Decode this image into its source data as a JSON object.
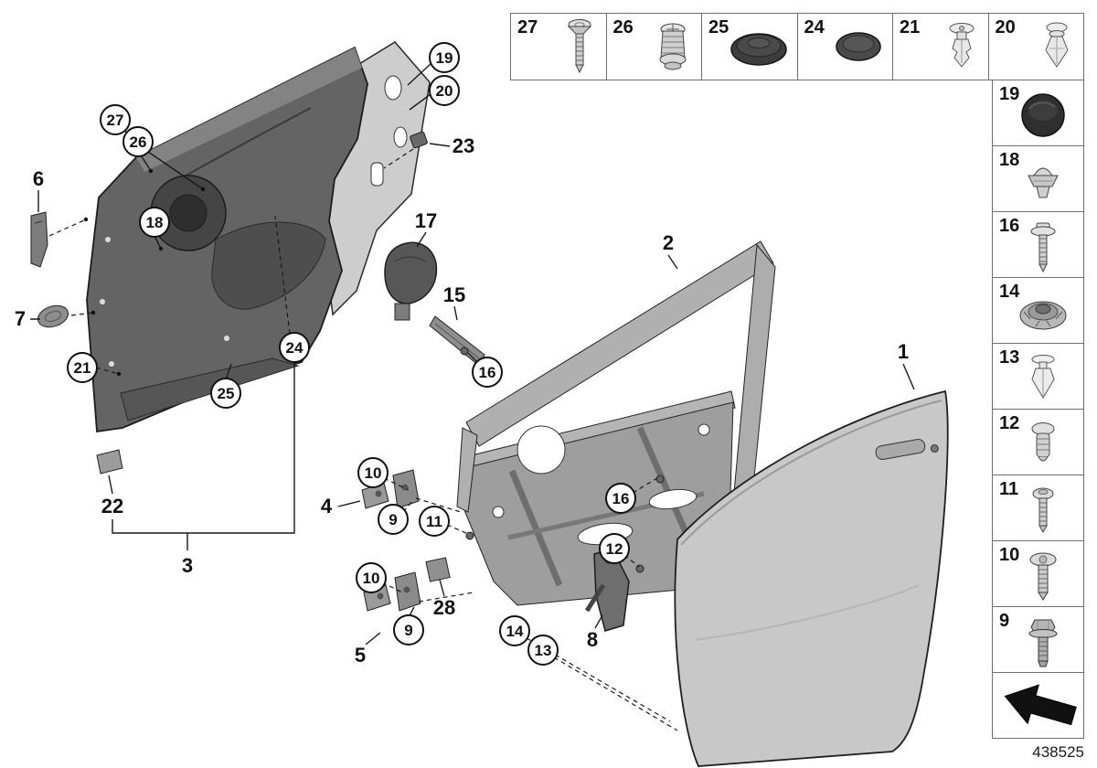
{
  "footer": {
    "part_number": "438525"
  },
  "colors": {
    "line": "#1a1a1a",
    "panel_dark": "#646464",
    "panel_mid": "#a8a8a8",
    "panel_light": "#c8c8c8"
  },
  "top_strip": [
    {
      "label": "27",
      "icon": "countersunk-screw-icon"
    },
    {
      "label": "26",
      "icon": "plastic-nut-icon"
    },
    {
      "label": "25",
      "icon": "cover-cap-icon"
    },
    {
      "label": "24",
      "icon": "blanking-plug-icon"
    },
    {
      "label": "21",
      "icon": "expanding-rivet-icon"
    },
    {
      "label": "20",
      "icon": "expanding-clip-icon"
    }
  ],
  "right_column": [
    {
      "label": "19",
      "icon": "blind-plug-icon"
    },
    {
      "label": "18",
      "icon": "retaining-clip-icon"
    },
    {
      "label": "16",
      "icon": "torx-screw-icon"
    },
    {
      "label": "14",
      "icon": "flange-nut-icon"
    },
    {
      "label": "13",
      "icon": "expanding-clip-small-icon"
    },
    {
      "label": "12",
      "icon": "body-rivet-icon"
    },
    {
      "label": "11",
      "icon": "pan-screw-icon"
    },
    {
      "label": "10",
      "icon": "torx-screw-large-icon"
    },
    {
      "label": "9",
      "icon": "flange-bolt-icon"
    }
  ],
  "callouts": [
    {
      "label": "19"
    },
    {
      "label": "20"
    },
    {
      "label": "23"
    },
    {
      "label": "27"
    },
    {
      "label": "26"
    },
    {
      "label": "18"
    },
    {
      "label": "6"
    },
    {
      "label": "7"
    },
    {
      "label": "17"
    },
    {
      "label": "15"
    },
    {
      "label": "2"
    },
    {
      "label": "21"
    },
    {
      "label": "24"
    },
    {
      "label": "25"
    },
    {
      "label": "16"
    },
    {
      "label": "1"
    },
    {
      "label": "22"
    },
    {
      "label": "3"
    },
    {
      "label": "4"
    },
    {
      "label": "10"
    },
    {
      "label": "9"
    },
    {
      "label": "11"
    },
    {
      "label": "16"
    },
    {
      "label": "12"
    },
    {
      "label": "10"
    },
    {
      "label": "9"
    },
    {
      "label": "28"
    },
    {
      "label": "5"
    },
    {
      "label": "14"
    },
    {
      "label": "13"
    },
    {
      "label": "8"
    }
  ]
}
